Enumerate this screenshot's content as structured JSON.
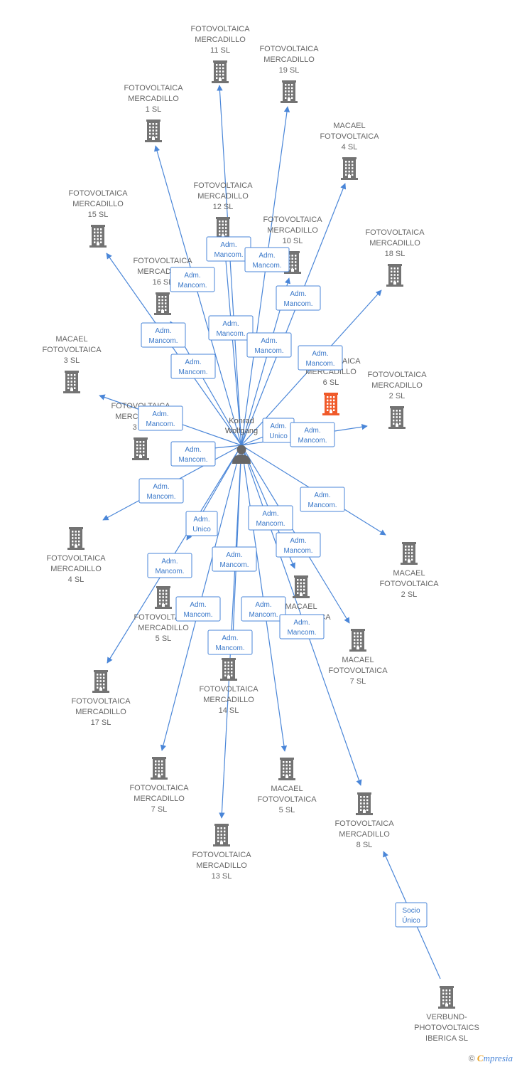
{
  "person": {
    "lines": [
      "Konrad",
      "Wolfgang"
    ],
    "icon": "person-icon"
  },
  "nodes": [
    {
      "id": "fm11",
      "lines": [
        "FOTOVOLTAICA",
        "MERCADILLO",
        "11 SL"
      ],
      "highlight": false
    },
    {
      "id": "fm19",
      "lines": [
        "FOTOVOLTAICA",
        "MERCADILLO",
        "19 SL"
      ],
      "highlight": false
    },
    {
      "id": "fm1",
      "lines": [
        "FOTOVOLTAICA",
        "MERCADILLO",
        "1 SL"
      ],
      "highlight": false
    },
    {
      "id": "mf4",
      "lines": [
        "MACAEL",
        "FOTOVOLTAICA",
        "4 SL"
      ],
      "highlight": false
    },
    {
      "id": "fm15",
      "lines": [
        "FOTOVOLTAICA",
        "MERCADILLO",
        "15 SL"
      ],
      "highlight": false
    },
    {
      "id": "fm12",
      "lines": [
        "FOTOVOLTAICA",
        "MERCADILLO",
        "12 SL"
      ],
      "highlight": false
    },
    {
      "id": "fm10",
      "lines": [
        "FOTOVOLTAICA",
        "MERCADILLO",
        "10 SL"
      ],
      "highlight": false
    },
    {
      "id": "fm18",
      "lines": [
        "FOTOVOLTAICA",
        "MERCADILLO",
        "18 SL"
      ],
      "highlight": false
    },
    {
      "id": "fm16",
      "lines": [
        "FOTOVOLTAICA",
        "MERCADILLO",
        "16 SL"
      ],
      "highlight": false
    },
    {
      "id": "mf3",
      "lines": [
        "MACAEL",
        "FOTOVOLTAICA",
        "3 SL"
      ],
      "highlight": false
    },
    {
      "id": "fm6",
      "lines": [
        "FOTOVOLTAICA",
        "MERCADILLO",
        "6 SL"
      ],
      "highlight": true
    },
    {
      "id": "fm2",
      "lines": [
        "FOTOVOLTAICA",
        "MERCADILLO",
        "2 SL"
      ],
      "highlight": false
    },
    {
      "id": "fm3",
      "lines": [
        "FOTOVOLTAICA",
        "MERCADILLO",
        "3 SL"
      ],
      "highlight": false
    },
    {
      "id": "fm4",
      "lines": [
        "FOTOVOLTAICA",
        "MERCADILLO",
        "4 SL"
      ],
      "highlight": false
    },
    {
      "id": "mf2",
      "lines": [
        "MACAEL",
        "FOTOVOLTAICA",
        "2 SL"
      ],
      "highlight": false
    },
    {
      "id": "fm5",
      "lines": [
        "FOTOVOLTAICA",
        "MERCADILLO",
        "5 SL"
      ],
      "highlight": false
    },
    {
      "id": "mf1",
      "lines": [
        "MACAEL",
        "FOTOVOLTAICA",
        "1 SL"
      ],
      "highlight": false
    },
    {
      "id": "mf7",
      "lines": [
        "MACAEL",
        "FOTOVOLTAICA",
        "7 SL"
      ],
      "highlight": false
    },
    {
      "id": "fm17",
      "lines": [
        "FOTOVOLTAICA",
        "MERCADILLO",
        "17 SL"
      ],
      "highlight": false
    },
    {
      "id": "fm14",
      "lines": [
        "FOTOVOLTAICA",
        "MERCADILLO",
        "14 SL"
      ],
      "highlight": false
    },
    {
      "id": "fm7",
      "lines": [
        "FOTOVOLTAICA",
        "MERCADILLO",
        "7 SL"
      ],
      "highlight": false
    },
    {
      "id": "mf5",
      "lines": [
        "MACAEL",
        "FOTOVOLTAICA",
        "5 SL"
      ],
      "highlight": false
    },
    {
      "id": "fm8",
      "lines": [
        "FOTOVOLTAICA",
        "MERCADILLO",
        "8 SL"
      ],
      "highlight": false
    },
    {
      "id": "fm13",
      "lines": [
        "FOTOVOLTAICA",
        "MERCADILLO",
        "13 SL"
      ],
      "highlight": false
    },
    {
      "id": "verbund",
      "lines": [
        "VERBUND-",
        "PHOTOVOLTAICS",
        "IBERICA SL"
      ],
      "highlight": false
    }
  ],
  "edges": [
    {
      "from": "person",
      "to": "fm11",
      "label": [
        "Adm.",
        "Mancom."
      ]
    },
    {
      "from": "person",
      "to": "fm19",
      "label": [
        "Adm.",
        "Mancom."
      ]
    },
    {
      "from": "person",
      "to": "fm1",
      "label": [
        "Adm.",
        "Mancom."
      ]
    },
    {
      "from": "person",
      "to": "mf4",
      "label": [
        "Adm.",
        "Mancom."
      ]
    },
    {
      "from": "person",
      "to": "fm15",
      "label": [
        "Adm.",
        "Mancom."
      ]
    },
    {
      "from": "person",
      "to": "fm12",
      "label": [
        "Adm.",
        "Mancom."
      ]
    },
    {
      "from": "person",
      "to": "fm10",
      "label": [
        "Adm.",
        "Mancom."
      ]
    },
    {
      "from": "person",
      "to": "fm18",
      "label": [
        "Adm.",
        "Mancom."
      ]
    },
    {
      "from": "person",
      "to": "fm16",
      "label": [
        "Adm.",
        "Mancom."
      ]
    },
    {
      "from": "person",
      "to": "mf3",
      "label": [
        "Adm.",
        "Mancom."
      ]
    },
    {
      "from": "person",
      "to": "fm6",
      "label": [
        "Adm.",
        "Unico"
      ]
    },
    {
      "from": "person",
      "to": "fm2",
      "label": [
        "Adm.",
        "Mancom."
      ]
    },
    {
      "from": "person",
      "to": "fm3",
      "label": [
        "Adm.",
        "Mancom."
      ]
    },
    {
      "from": "person",
      "to": "fm4",
      "label": [
        "Adm.",
        "Mancom."
      ]
    },
    {
      "from": "person",
      "to": "mf2",
      "label": [
        "Adm.",
        "Mancom."
      ]
    },
    {
      "from": "person",
      "to": "fm5",
      "label": [
        "Adm.",
        "Unico"
      ]
    },
    {
      "from": "person",
      "to": "mf1",
      "label": [
        "Adm.",
        "Mancom."
      ]
    },
    {
      "from": "person",
      "to": "mf7",
      "label": [
        "Adm.",
        "Mancom."
      ]
    },
    {
      "from": "person",
      "to": "fm17",
      "label": [
        "Adm.",
        "Mancom."
      ]
    },
    {
      "from": "person",
      "to": "fm14",
      "label": [
        "Adm.",
        "Mancom."
      ]
    },
    {
      "from": "person",
      "to": "fm7",
      "label": [
        "Adm.",
        "Mancom."
      ]
    },
    {
      "from": "person",
      "to": "mf5",
      "label": [
        "Adm.",
        "Mancom."
      ]
    },
    {
      "from": "person",
      "to": "fm8",
      "label": [
        "Adm.",
        "Mancom."
      ]
    },
    {
      "from": "person",
      "to": "fm13",
      "label": [
        "Adm.",
        "Mancom."
      ]
    },
    {
      "from": "verbund",
      "to": "fm8",
      "label": [
        "Socio",
        "Único"
      ]
    }
  ],
  "colors": {
    "edge": "#4a86d8",
    "building": "#737373",
    "highlight": "#f05a2a",
    "person": "#666666"
  },
  "footer": {
    "copyright": "©",
    "brand_first": "C",
    "brand_rest": "mpresia"
  }
}
